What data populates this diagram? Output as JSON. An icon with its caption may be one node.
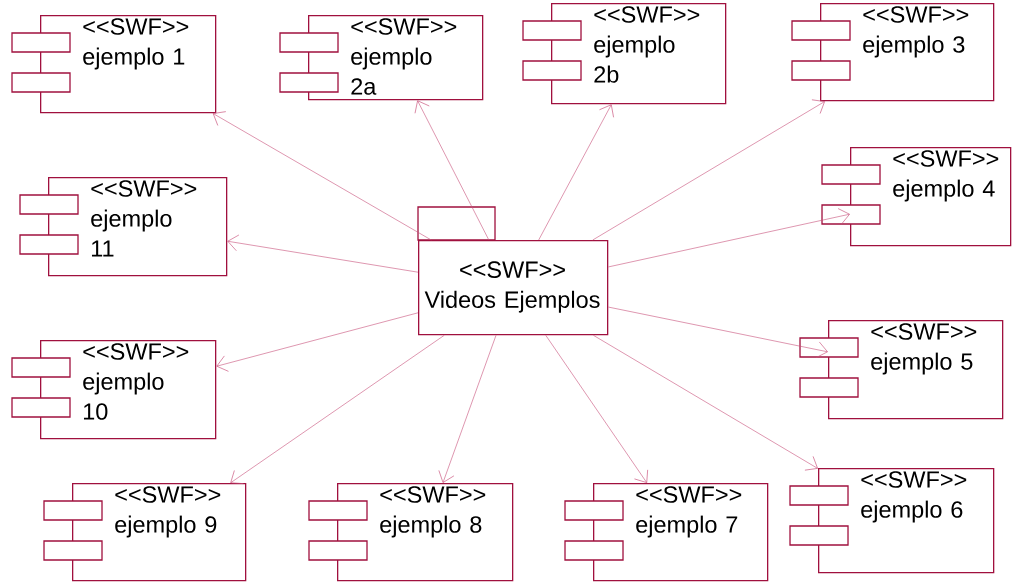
{
  "diagram": {
    "nodes": [
      {
        "text": [
          "<<SWF>>",
          "Videos Ejemplos"
        ]
      },
      {
        "text": [
          "<<SWF>>",
          "ejemplo 1"
        ]
      },
      {
        "text": [
          "<<SWF>>",
          "ejemplo 2a"
        ]
      },
      {
        "text": [
          "<<SWF>>",
          "ejemplo 2b"
        ]
      },
      {
        "text": [
          "<<SWF>>",
          "ejemplo 3"
        ]
      },
      {
        "text": [
          "<<SWF>>",
          "ejemplo 11"
        ]
      },
      {
        "text": [
          "<<SWF>>",
          "ejemplo 4"
        ]
      },
      {
        "text": [
          "<<SWF>>",
          "ejemplo 10"
        ]
      },
      {
        "text": [
          "<<SWF>>",
          "ejemplo 5"
        ]
      },
      {
        "text": [
          "<<SWF>>",
          "ejemplo 9"
        ]
      },
      {
        "text": [
          "<<SWF>>",
          "ejemplo 8"
        ]
      },
      {
        "text": [
          "<<SWF>>",
          "ejemplo 7"
        ]
      },
      {
        "text": [
          "<<SWF>>",
          "ejemplo 6"
        ]
      }
    ],
    "edges": [
      {
        "from": 0,
        "to": 1,
        "arrow": "to"
      },
      {
        "from": 0,
        "to": 2,
        "arrow": "to"
      },
      {
        "from": 0,
        "to": 3,
        "arrow": "to"
      },
      {
        "from": 0,
        "to": 4,
        "arrow": "to"
      },
      {
        "from": 0,
        "to": 5,
        "arrow": "to"
      },
      {
        "from": 0,
        "to": 6,
        "arrow": "to"
      },
      {
        "from": 0,
        "to": 7,
        "arrow": "to"
      },
      {
        "from": 0,
        "to": 8,
        "arrow": "to"
      },
      {
        "from": 0,
        "to": 9,
        "arrow": "to"
      },
      {
        "from": 0,
        "to": 10,
        "arrow": "to"
      },
      {
        "from": 0,
        "to": 11,
        "arrow": "to"
      },
      {
        "from": 0,
        "to": 12,
        "arrow": "to"
      }
    ]
  }
}
